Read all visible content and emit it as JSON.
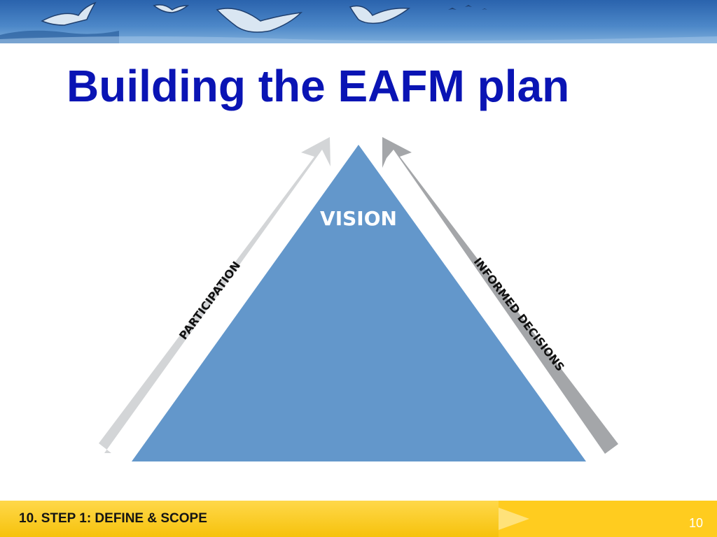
{
  "slide": {
    "title": "Building the EAFM plan",
    "footer_label": "10. STEP 1: DEFINE & SCOPE",
    "page_number": "10"
  },
  "diagram": {
    "apex_label": "VISION",
    "left_arrow_label": "PARTICIPATION",
    "right_arrow_label": "INFORMED DECISIONS"
  },
  "colors": {
    "title": "#0a14b4",
    "triangle": "#6397cb",
    "left_arrow": "#d3d5d7",
    "right_arrow": "#a4a6a9",
    "footer": "#ffcc1f",
    "banner": "#2f6fb5"
  },
  "icons": {
    "banner": "seagulls-illustration"
  }
}
